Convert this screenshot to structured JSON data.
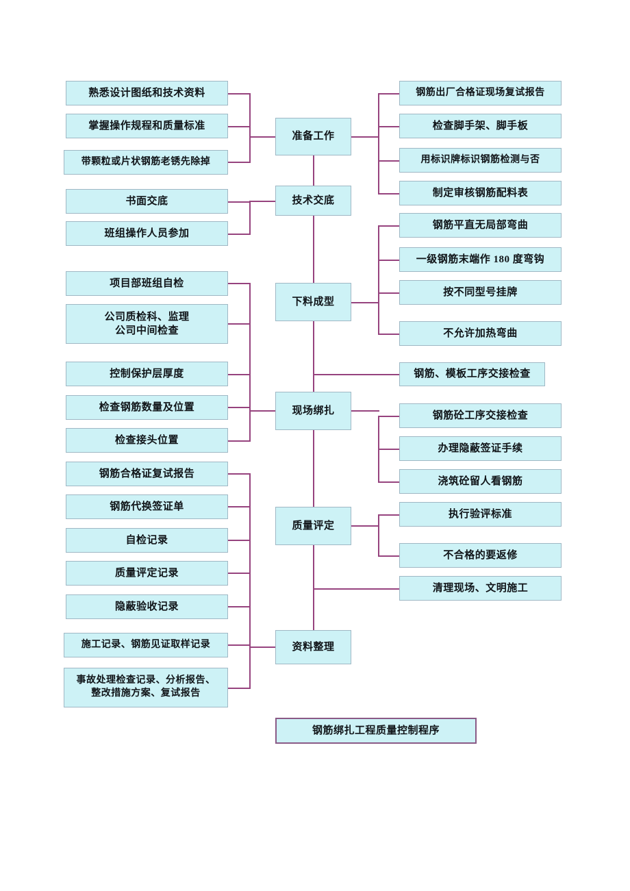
{
  "diagram": {
    "title": "钢筋绑扎工程质量控制程序",
    "colors": {
      "box_fill": "#cdf2f6",
      "box_border": "#9fb7c4",
      "connector": "#96437e",
      "title_border": "#8a5a86",
      "text": "#101418",
      "background": "#ffffff"
    },
    "stages": [
      {
        "id": "prep",
        "label": "准备工作"
      },
      {
        "id": "tech",
        "label": "技术交底"
      },
      {
        "id": "forming",
        "label": "下料成型"
      },
      {
        "id": "tying",
        "label": "现场绑扎"
      },
      {
        "id": "quality",
        "label": "质量评定"
      },
      {
        "id": "records",
        "label": "资料整理"
      }
    ],
    "left_groups": [
      {
        "stage": "prep",
        "items": [
          {
            "label": "熟悉设计图纸和技术资料"
          },
          {
            "label": "掌握操作规程和质量标准"
          },
          {
            "label": "带颗粒或片状钢筋老锈先除掉"
          }
        ]
      },
      {
        "stage": "tech",
        "items": [
          {
            "label": "书面交底"
          },
          {
            "label": "班组操作人员参加"
          }
        ]
      },
      {
        "stage": "tying",
        "items": [
          {
            "label": "项目部班组自检"
          },
          {
            "label": "公司质检科、监理\n公司中间检查"
          },
          {
            "label": "控制保护层厚度"
          },
          {
            "label": "检查钢筋数量及位置"
          },
          {
            "label": "检查接头位置"
          }
        ]
      },
      {
        "stage": "records",
        "items": [
          {
            "label": "钢筋合格证复试报告"
          },
          {
            "label": "钢筋代换签证单"
          },
          {
            "label": "自检记录"
          },
          {
            "label": "质量评定记录"
          },
          {
            "label": "隐蔽验收记录"
          },
          {
            "label": "施工记录、钢筋见证取样记录"
          },
          {
            "label": "事故处理检查记录、分析报告、\n整改措施方案、复试报告"
          }
        ]
      }
    ],
    "right_groups": [
      {
        "stage": "prep",
        "items": [
          {
            "label": "钢筋出厂合格证现场复试报告"
          },
          {
            "label": "检查脚手架、脚手板"
          },
          {
            "label": "用标识牌标识钢筋检测与否"
          },
          {
            "label": "制定审核钢筋配料表"
          }
        ]
      },
      {
        "stage": "forming",
        "items": [
          {
            "label": "钢筋平直无局部弯曲"
          },
          {
            "label": "一级钢筋末端作 180 度弯钩"
          },
          {
            "label": "按不同型号挂牌"
          },
          {
            "label": "不允许加热弯曲"
          }
        ]
      },
      {
        "stage": "forming-tying-link",
        "items": [
          {
            "label": "钢筋、模板工序交接检查"
          }
        ]
      },
      {
        "stage": "tying",
        "items": [
          {
            "label": "钢筋砼工序交接检查"
          },
          {
            "label": "办理隐蔽签证手续"
          },
          {
            "label": "浇筑砼留人看钢筋"
          }
        ]
      },
      {
        "stage": "quality",
        "items": [
          {
            "label": "执行验评标准"
          },
          {
            "label": "不合格的要返修"
          }
        ]
      },
      {
        "stage": "quality-records-link",
        "items": [
          {
            "label": "清理现场、文明施工"
          }
        ]
      }
    ]
  }
}
